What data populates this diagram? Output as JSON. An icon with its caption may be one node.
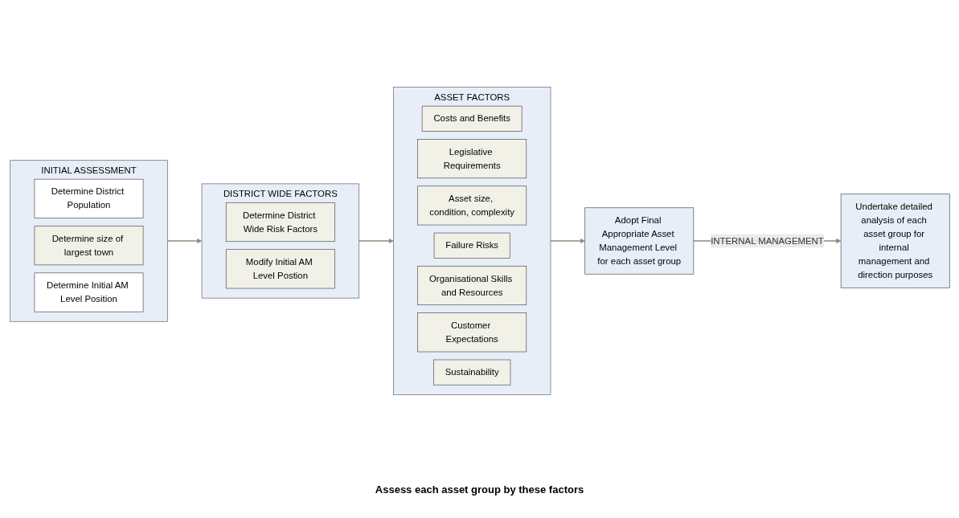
{
  "diagram": {
    "nodes": [
      {
        "text": [
          "INITIAL ASSESSMENT"
        ]
      },
      {
        "text": [
          "Determine District Population"
        ],
        "in": 0
      },
      {
        "text": [
          "Determine size of largest town"
        ],
        "in": 0
      },
      {
        "text": [
          "Determine Initial AM Level Position"
        ],
        "in": 0
      },
      {
        "text": [
          "DISTRICT WIDE FACTORS"
        ]
      },
      {
        "text": [
          "Determine District Wide Risk Factors"
        ],
        "in": 4
      },
      {
        "text": [
          "Modify Initial AM Level Postion"
        ],
        "in": 4
      },
      {
        "text": [
          "ASSET FACTORS"
        ]
      },
      {
        "text": [
          "Costs and Benefits"
        ],
        "in": 7
      },
      {
        "text": [
          "Legislative Requirements"
        ],
        "in": 7
      },
      {
        "text": [
          "Asset size, condition, complexity"
        ],
        "in": 7
      },
      {
        "text": [
          "Failure Risks"
        ],
        "in": 7
      },
      {
        "text": [
          "Organisational Skills and Resources"
        ],
        "in": 7
      },
      {
        "text": [
          "Customer Expectations"
        ],
        "in": 7
      },
      {
        "text": [
          "Sustainability"
        ],
        "in": 7
      },
      {
        "text": [
          "Adopt Final Appropriate Asset Management Level for each asset group"
        ]
      },
      {
        "text": [
          "Undertake detailed analysis of each asset group for internal management and direction purposes"
        ]
      }
    ],
    "edges": [
      {
        "from": 0,
        "to": 4,
        "arrow": "to"
      },
      {
        "from": 4,
        "to": 7,
        "arrow": "to"
      },
      {
        "from": 7,
        "to": 15,
        "arrow": "to"
      },
      {
        "from": 15,
        "to": 16,
        "arrow": "to",
        "label": "INTERNAL MANAGEMENT"
      }
    ],
    "labels": [
      "Assess each asset group by these factors"
    ]
  }
}
